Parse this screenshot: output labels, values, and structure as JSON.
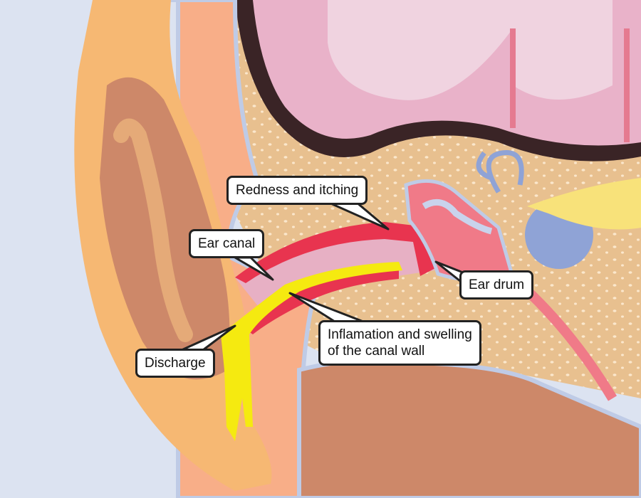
{
  "labels": {
    "redness": "Redness and itching",
    "ear_canal": "Ear canal",
    "ear_drum": "Ear drum",
    "inflammation_line1": "Inflamation and swelling",
    "inflammation_line2": "of the canal wall",
    "discharge": "Discharge"
  },
  "colors": {
    "background": "#dce3f1",
    "outer_ear": "#f6b873",
    "inner_ear": "#cd8869",
    "skin": "#f8ae88",
    "bone": "#e8c08f",
    "brain": "#e9b2c9",
    "dura": "#3a2426",
    "inflamed": "#e8344f",
    "tissue": "#f07a88",
    "cochlea": "#8fa3d6",
    "discharge": "#f5ea10",
    "canal": "#e7b0c4"
  }
}
